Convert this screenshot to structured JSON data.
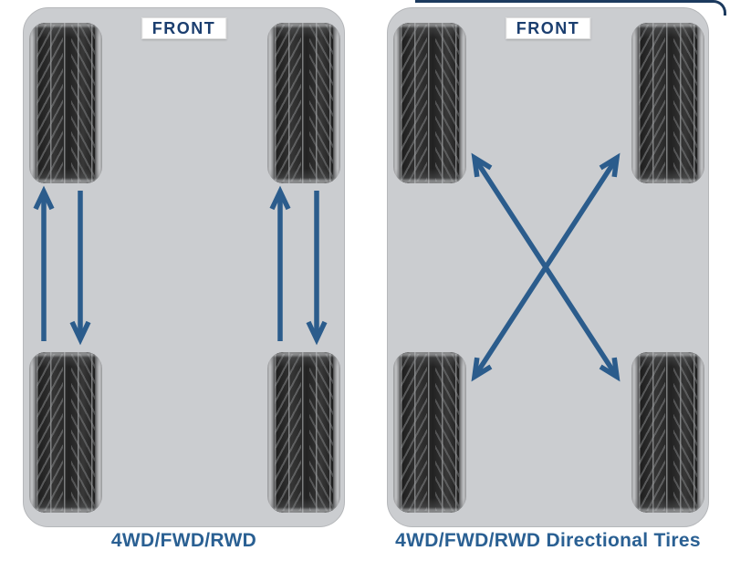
{
  "colors": {
    "page_background": "#ffffff",
    "panel_background": "#cbcdd0",
    "front_label_text": "#1b3e6f",
    "front_label_background": "#ffffff",
    "caption_text": "#2a6093",
    "arrow": "#2b5c8c",
    "top_border_fragment": "#1c3a5e",
    "tire_body": "#2a2a2a",
    "tire_sidewall": "#c4c5c7"
  },
  "panels": [
    {
      "id": "standard-rotation",
      "front_label": "FRONT",
      "caption": "4WD/FWD/RWD",
      "rotation_pattern": "same-side front-to-back swap",
      "tires": [
        "front-left",
        "front-right",
        "rear-left",
        "rear-right"
      ],
      "arrows": [
        {
          "from": "rear-left",
          "to": "front-left",
          "direction": "up"
        },
        {
          "from": "front-left",
          "to": "rear-left",
          "direction": "down"
        },
        {
          "from": "rear-right",
          "to": "front-right",
          "direction": "up"
        },
        {
          "from": "front-right",
          "to": "rear-right",
          "direction": "down"
        }
      ]
    },
    {
      "id": "directional-cross-rotation",
      "front_label": "FRONT",
      "caption": "4WD/FWD/RWD Directional Tires",
      "rotation_pattern": "diagonal cross swap",
      "tires": [
        "front-left",
        "front-right",
        "rear-left",
        "rear-right"
      ],
      "arrows": [
        {
          "between": [
            "front-left",
            "rear-right"
          ],
          "double_headed": true
        },
        {
          "between": [
            "front-right",
            "rear-left"
          ],
          "double_headed": true
        }
      ]
    }
  ]
}
